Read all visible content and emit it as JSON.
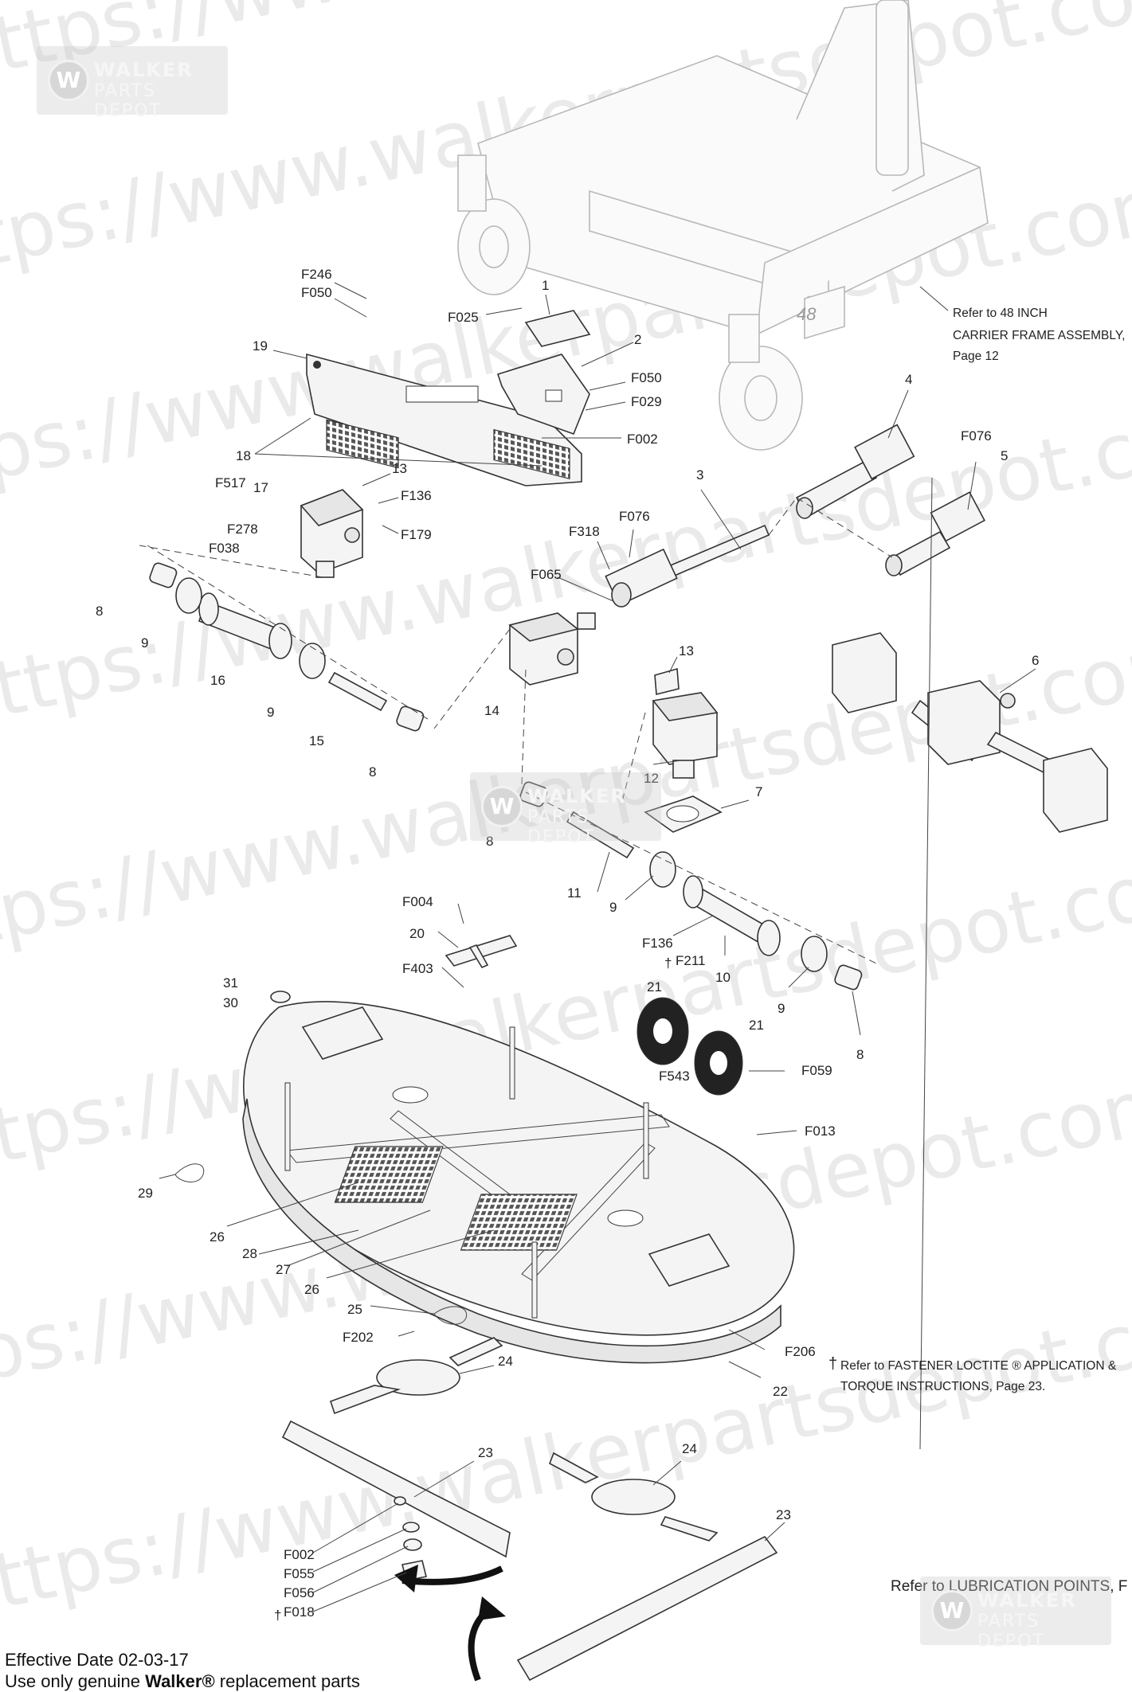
{
  "watermark": {
    "url_text": "https://www.walkerpartsdepot.com",
    "logo_line1": "WALKER",
    "logo_line2": "PARTS DEPOT",
    "logo_mark": "W"
  },
  "notes": {
    "carrier_ref": [
      "Refer to 48 INCH",
      "CARRIER FRAME ASSEMBLY,",
      "Page 12"
    ],
    "loctite_dagger": "†",
    "loctite_ref": [
      "Refer to FASTENER LOCTITE ® APPLICATION &",
      "TORQUE INSTRUCTIONS, Page 23."
    ],
    "lubrication_ref": "Refer to LUBRICATION POINTS, F",
    "deck_badge": "48"
  },
  "footer": {
    "effective_date": "Effective Date 02-03-17",
    "replacement_prefix": "Use only genuine ",
    "replacement_brand": "Walker®",
    "replacement_suffix": " replacement parts"
  },
  "callouts": [
    {
      "id": "F246",
      "text": "F246"
    },
    {
      "id": "F050a",
      "text": "F050"
    },
    {
      "id": "n1",
      "text": "1"
    },
    {
      "id": "F025",
      "text": "F025"
    },
    {
      "id": "n19",
      "text": "19"
    },
    {
      "id": "n2",
      "text": "2"
    },
    {
      "id": "F050b",
      "text": "F050"
    },
    {
      "id": "F029",
      "text": "F029"
    },
    {
      "id": "F002a",
      "text": "F002"
    },
    {
      "id": "n18",
      "text": "18"
    },
    {
      "id": "n4",
      "text": "4"
    },
    {
      "id": "F076a",
      "text": "F076"
    },
    {
      "id": "n5",
      "text": "5"
    },
    {
      "id": "n13a",
      "text": "13"
    },
    {
      "id": "F517",
      "text": "F517"
    },
    {
      "id": "n17",
      "text": "17"
    },
    {
      "id": "F136a",
      "text": "F136"
    },
    {
      "id": "F179",
      "text": "F179"
    },
    {
      "id": "n3",
      "text": "3"
    },
    {
      "id": "F076b",
      "text": "F076"
    },
    {
      "id": "F278",
      "text": "F278"
    },
    {
      "id": "F318",
      "text": "F318"
    },
    {
      "id": "F038",
      "text": "F038"
    },
    {
      "id": "F065",
      "text": "F065"
    },
    {
      "id": "n8a",
      "text": "8"
    },
    {
      "id": "n9a",
      "text": "9"
    },
    {
      "id": "n16",
      "text": "16"
    },
    {
      "id": "n9b",
      "text": "9"
    },
    {
      "id": "n15",
      "text": "15"
    },
    {
      "id": "n8b",
      "text": "8"
    },
    {
      "id": "n14",
      "text": "14"
    },
    {
      "id": "n13b",
      "text": "13"
    },
    {
      "id": "n6",
      "text": "6"
    },
    {
      "id": "n12",
      "text": "12"
    },
    {
      "id": "n7",
      "text": "7"
    },
    {
      "id": "n8c",
      "text": "8"
    },
    {
      "id": "n11",
      "text": "11"
    },
    {
      "id": "n9c",
      "text": "9"
    },
    {
      "id": "F004",
      "text": "F004"
    },
    {
      "id": "n20",
      "text": "20"
    },
    {
      "id": "F403",
      "text": "F403"
    },
    {
      "id": "F136b",
      "text": "F136"
    },
    {
      "id": "F211",
      "text": "F211"
    },
    {
      "id": "F211dag",
      "text": "†"
    },
    {
      "id": "n10",
      "text": "10"
    },
    {
      "id": "n9d",
      "text": "9"
    },
    {
      "id": "n8d",
      "text": "8"
    },
    {
      "id": "n31",
      "text": "31"
    },
    {
      "id": "n30",
      "text": "30"
    },
    {
      "id": "n21a",
      "text": "21"
    },
    {
      "id": "n21b",
      "text": "21"
    },
    {
      "id": "F543",
      "text": "F543"
    },
    {
      "id": "F059",
      "text": "F059"
    },
    {
      "id": "F013",
      "text": "F013"
    },
    {
      "id": "n29",
      "text": "29"
    },
    {
      "id": "n26a",
      "text": "26"
    },
    {
      "id": "n28",
      "text": "28"
    },
    {
      "id": "n27",
      "text": "27"
    },
    {
      "id": "n26b",
      "text": "26"
    },
    {
      "id": "n25",
      "text": "25"
    },
    {
      "id": "F202",
      "text": "F202"
    },
    {
      "id": "n24a",
      "text": "24"
    },
    {
      "id": "F206",
      "text": "F206"
    },
    {
      "id": "n22",
      "text": "22"
    },
    {
      "id": "n23a",
      "text": "23"
    },
    {
      "id": "n24b",
      "text": "24"
    },
    {
      "id": "n23b",
      "text": "23"
    },
    {
      "id": "F002b",
      "text": "F002"
    },
    {
      "id": "F055",
      "text": "F055"
    },
    {
      "id": "F056",
      "text": "F056"
    },
    {
      "id": "F018",
      "text": "F018"
    },
    {
      "id": "F018dag",
      "text": "†"
    }
  ]
}
